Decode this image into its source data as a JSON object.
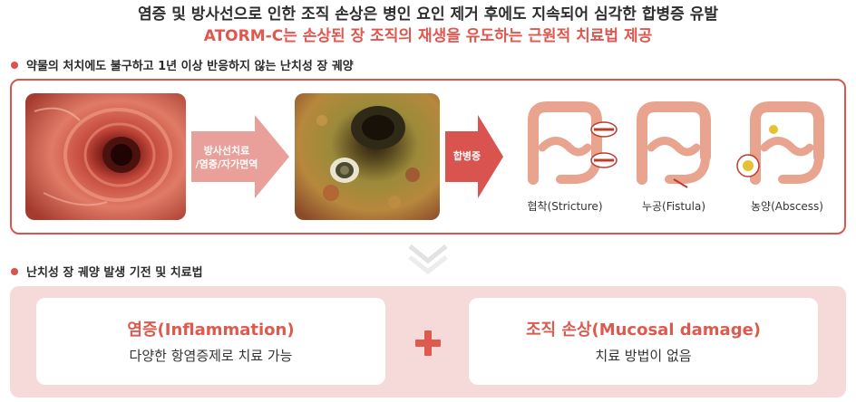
{
  "header": {
    "line1": "염증 및 방사선으로 인한 조직 손상은 병인 요인 제거 후에도 지속되어 심각한 합병증 유발",
    "line2": "ATORM-C는 손상된 장 조직의 재생을 유도하는 근원적 치료법 제공"
  },
  "section1": {
    "title": "약물의 처치에도 불구하고 1년 이상 반응하지 않는 난치성 장 궤양",
    "arrow1_line1": "방사선치료",
    "arrow1_line2": "/염증/자가면역",
    "arrow2_label": "합병증",
    "complications": [
      {
        "label": "협착(Stricture)"
      },
      {
        "label": "누공(Fistula)"
      },
      {
        "label": "농양(Abscess)"
      }
    ]
  },
  "section2": {
    "title": "난치성 장 궤양 발생 기전 및 치료법",
    "left_card": {
      "title": "염증(Inflammation)",
      "desc": "다양한 항염증제로 치료 가능"
    },
    "right_card": {
      "title": "조직 손상(Mucosal damage)",
      "desc": "치료 방법이 없음"
    }
  },
  "colors": {
    "accent": "#dd5a4f",
    "panel_bg": "#f6d9d9",
    "arrow1": "#e9a09a",
    "arrow2": "#d9534f"
  },
  "icons": [
    "plus-icon",
    "chevron-down-icon"
  ]
}
